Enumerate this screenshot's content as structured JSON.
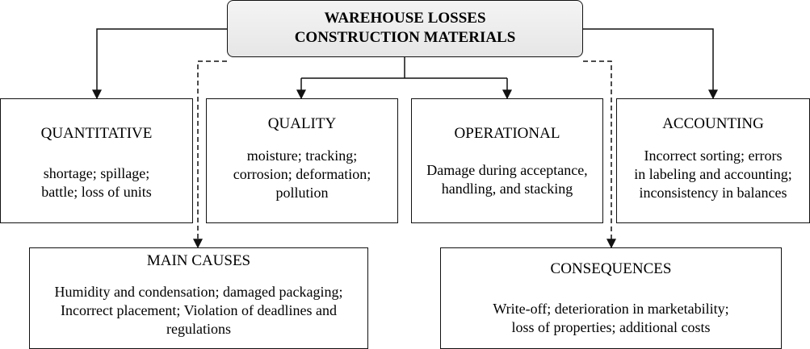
{
  "root": {
    "title_line1": "WAREHOUSE LOSSES",
    "title_line2": "CONSTRUCTION MATERIALS"
  },
  "categories": [
    {
      "title": "QUANTITATIVE",
      "lines": [
        "shortage; spillage;",
        "battle; loss of units"
      ]
    },
    {
      "title": "QUALITY",
      "lines": [
        "moisture; tracking;",
        "corrosion; deformation;",
        "pollution"
      ]
    },
    {
      "title": "OPERATIONAL",
      "lines": [
        "Damage during acceptance,",
        "handling, and stacking"
      ]
    },
    {
      "title": "ACCOUNTING",
      "lines": [
        "Incorrect sorting; errors",
        "in labeling and accounting;",
        "inconsistency in balances"
      ]
    }
  ],
  "main_causes": {
    "title": "MAIN CAUSES",
    "lines": [
      "Humidity and condensation; damaged packaging;",
      "Incorrect placement; Violation of deadlines and",
      "regulations"
    ]
  },
  "consequences": {
    "title": "CONSEQUENCES",
    "lines": [
      "Write-off; deterioration in marketability;",
      "loss of properties; additional costs"
    ]
  }
}
